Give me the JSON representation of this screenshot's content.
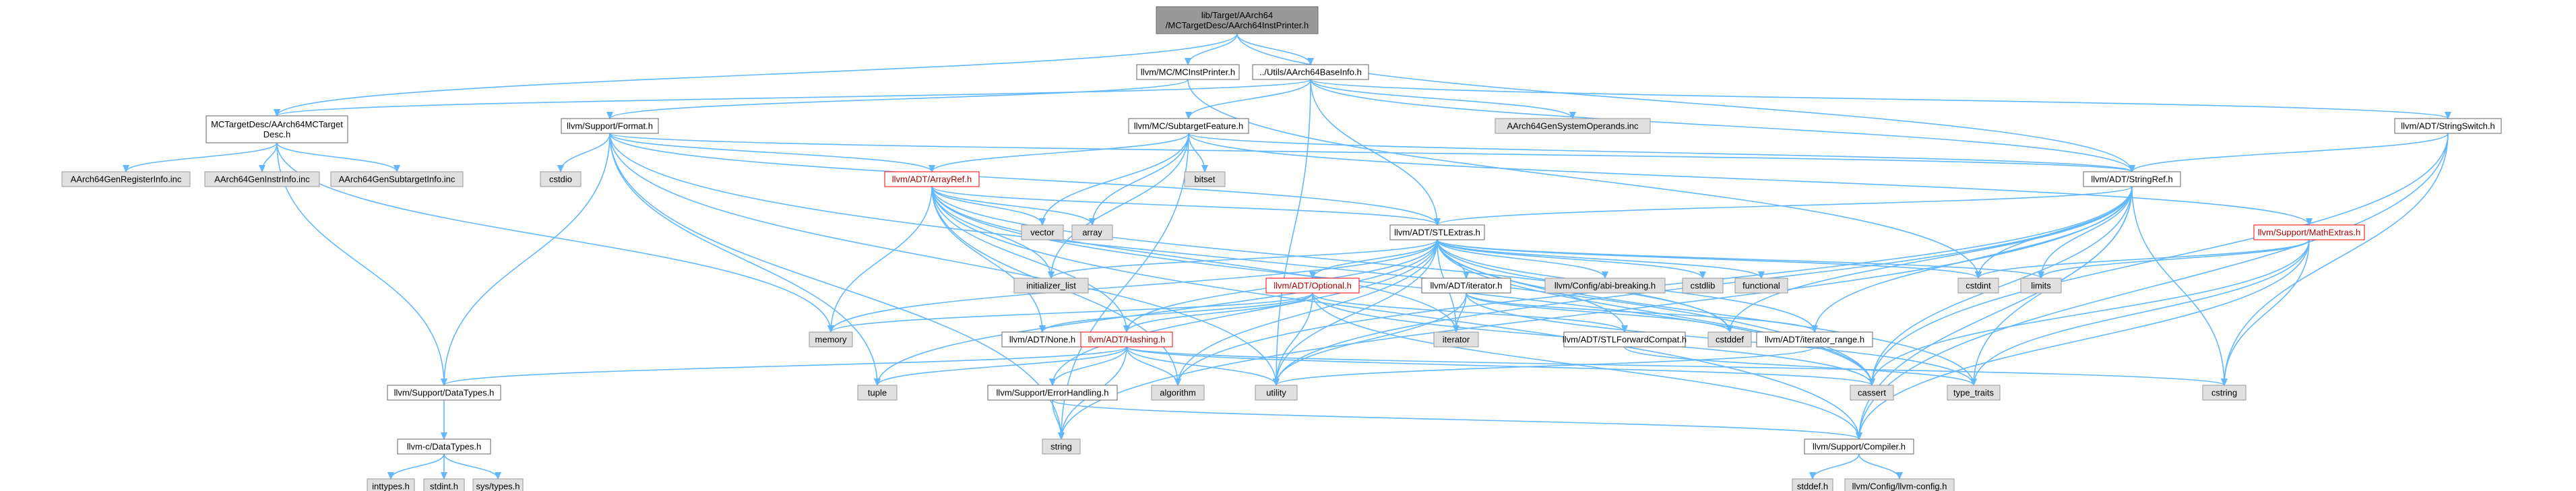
{
  "graph": {
    "colors": {
      "edge": "#63b8ff",
      "root_fill": "#999999",
      "node_border": "#666666",
      "highlight_border": "#ff0000",
      "system_fill": "#e0e0e0"
    },
    "nodes": [
      {
        "id": "root",
        "lines": [
          "lib/Target/AArch64",
          "/MCTargetDesc/AArch64InstPrinter.h"
        ],
        "kind": "root"
      },
      {
        "id": "mcinstprinter",
        "lines": [
          "llvm/MC/MCInstPrinter.h"
        ],
        "kind": "hdr"
      },
      {
        "id": "baseinfo",
        "lines": [
          "../Utils/AArch64BaseInfo.h"
        ],
        "kind": "hdr"
      },
      {
        "id": "mctargetdesc",
        "lines": [
          "MCTargetDesc/AArch64MCTarget",
          "Desc.h"
        ],
        "kind": "hdr"
      },
      {
        "id": "format",
        "lines": [
          "llvm/Support/Format.h"
        ],
        "kind": "hdr"
      },
      {
        "id": "subtarget",
        "lines": [
          "llvm/MC/SubtargetFeature.h"
        ],
        "kind": "hdr"
      },
      {
        "id": "sysops",
        "lines": [
          "AArch64GenSystemOperands.inc"
        ],
        "kind": "sys"
      },
      {
        "id": "stringswitch",
        "lines": [
          "llvm/ADT/StringSwitch.h"
        ],
        "kind": "hdr"
      },
      {
        "id": "reginfo",
        "lines": [
          "AArch64GenRegisterInfo.inc"
        ],
        "kind": "sys"
      },
      {
        "id": "instrinfo",
        "lines": [
          "AArch64GenInstrInfo.inc"
        ],
        "kind": "sys"
      },
      {
        "id": "subtargetinfo",
        "lines": [
          "AArch64GenSubtargetInfo.inc"
        ],
        "kind": "sys"
      },
      {
        "id": "cstdio",
        "lines": [
          "cstdio"
        ],
        "kind": "sys"
      },
      {
        "id": "arrayref",
        "lines": [
          "llvm/ADT/ArrayRef.h"
        ],
        "kind": "red"
      },
      {
        "id": "bitset",
        "lines": [
          "bitset"
        ],
        "kind": "sys"
      },
      {
        "id": "stringref",
        "lines": [
          "llvm/ADT/StringRef.h"
        ],
        "kind": "hdr"
      },
      {
        "id": "vector",
        "lines": [
          "vector"
        ],
        "kind": "sys"
      },
      {
        "id": "array",
        "lines": [
          "array"
        ],
        "kind": "sys"
      },
      {
        "id": "stlextras",
        "lines": [
          "llvm/ADT/STLExtras.h"
        ],
        "kind": "hdr"
      },
      {
        "id": "mathextras",
        "lines": [
          "llvm/Support/MathExtras.h"
        ],
        "kind": "red"
      },
      {
        "id": "initlist",
        "lines": [
          "initializer_list"
        ],
        "kind": "sys"
      },
      {
        "id": "optional",
        "lines": [
          "llvm/ADT/Optional.h"
        ],
        "kind": "red"
      },
      {
        "id": "iteratorh",
        "lines": [
          "llvm/ADT/iterator.h"
        ],
        "kind": "hdr"
      },
      {
        "id": "abibreaking",
        "lines": [
          "llvm/Config/abi-breaking.h"
        ],
        "kind": "sys"
      },
      {
        "id": "cstdlib",
        "lines": [
          "cstdlib"
        ],
        "kind": "sys"
      },
      {
        "id": "functional",
        "lines": [
          "functional"
        ],
        "kind": "sys"
      },
      {
        "id": "cstdint",
        "lines": [
          "cstdint"
        ],
        "kind": "sys"
      },
      {
        "id": "limits",
        "lines": [
          "limits"
        ],
        "kind": "sys"
      },
      {
        "id": "memory",
        "lines": [
          "memory"
        ],
        "kind": "sys"
      },
      {
        "id": "none",
        "lines": [
          "llvm/ADT/None.h"
        ],
        "kind": "hdr"
      },
      {
        "id": "hashing",
        "lines": [
          "llvm/ADT/Hashing.h"
        ],
        "kind": "red"
      },
      {
        "id": "iterator",
        "lines": [
          "iterator"
        ],
        "kind": "sys"
      },
      {
        "id": "stlfwd",
        "lines": [
          "llvm/ADT/STLForwardCompat.h"
        ],
        "kind": "hdr"
      },
      {
        "id": "cstddef",
        "lines": [
          "cstddef"
        ],
        "kind": "sys"
      },
      {
        "id": "iterrange",
        "lines": [
          "llvm/ADT/iterator_range.h"
        ],
        "kind": "hdr"
      },
      {
        "id": "datatypes",
        "lines": [
          "llvm/Support/DataTypes.h"
        ],
        "kind": "hdr"
      },
      {
        "id": "tuple",
        "lines": [
          "tuple"
        ],
        "kind": "sys"
      },
      {
        "id": "errorhandling",
        "lines": [
          "llvm/Support/ErrorHandling.h"
        ],
        "kind": "hdr"
      },
      {
        "id": "algorithm",
        "lines": [
          "algorithm"
        ],
        "kind": "sys"
      },
      {
        "id": "utility",
        "lines": [
          "utility"
        ],
        "kind": "sys"
      },
      {
        "id": "cassert",
        "lines": [
          "cassert"
        ],
        "kind": "sys"
      },
      {
        "id": "typetraits",
        "lines": [
          "type_traits"
        ],
        "kind": "sys"
      },
      {
        "id": "cstring",
        "lines": [
          "cstring"
        ],
        "kind": "sys"
      },
      {
        "id": "cdatatypes",
        "lines": [
          "llvm-c/DataTypes.h"
        ],
        "kind": "hdr"
      },
      {
        "id": "string",
        "lines": [
          "string"
        ],
        "kind": "sys"
      },
      {
        "id": "compiler",
        "lines": [
          "llvm/Support/Compiler.h"
        ],
        "kind": "hdr"
      },
      {
        "id": "inttypes",
        "lines": [
          "inttypes.h"
        ],
        "kind": "sys"
      },
      {
        "id": "stdint",
        "lines": [
          "stdint.h"
        ],
        "kind": "sys"
      },
      {
        "id": "systypes",
        "lines": [
          "sys/types.h"
        ],
        "kind": "sys"
      },
      {
        "id": "stddef",
        "lines": [
          "stddef.h"
        ],
        "kind": "sys"
      },
      {
        "id": "llvmconfig",
        "lines": [
          "llvm/Config/llvm-config.h"
        ],
        "kind": "sys"
      }
    ]
  }
}
